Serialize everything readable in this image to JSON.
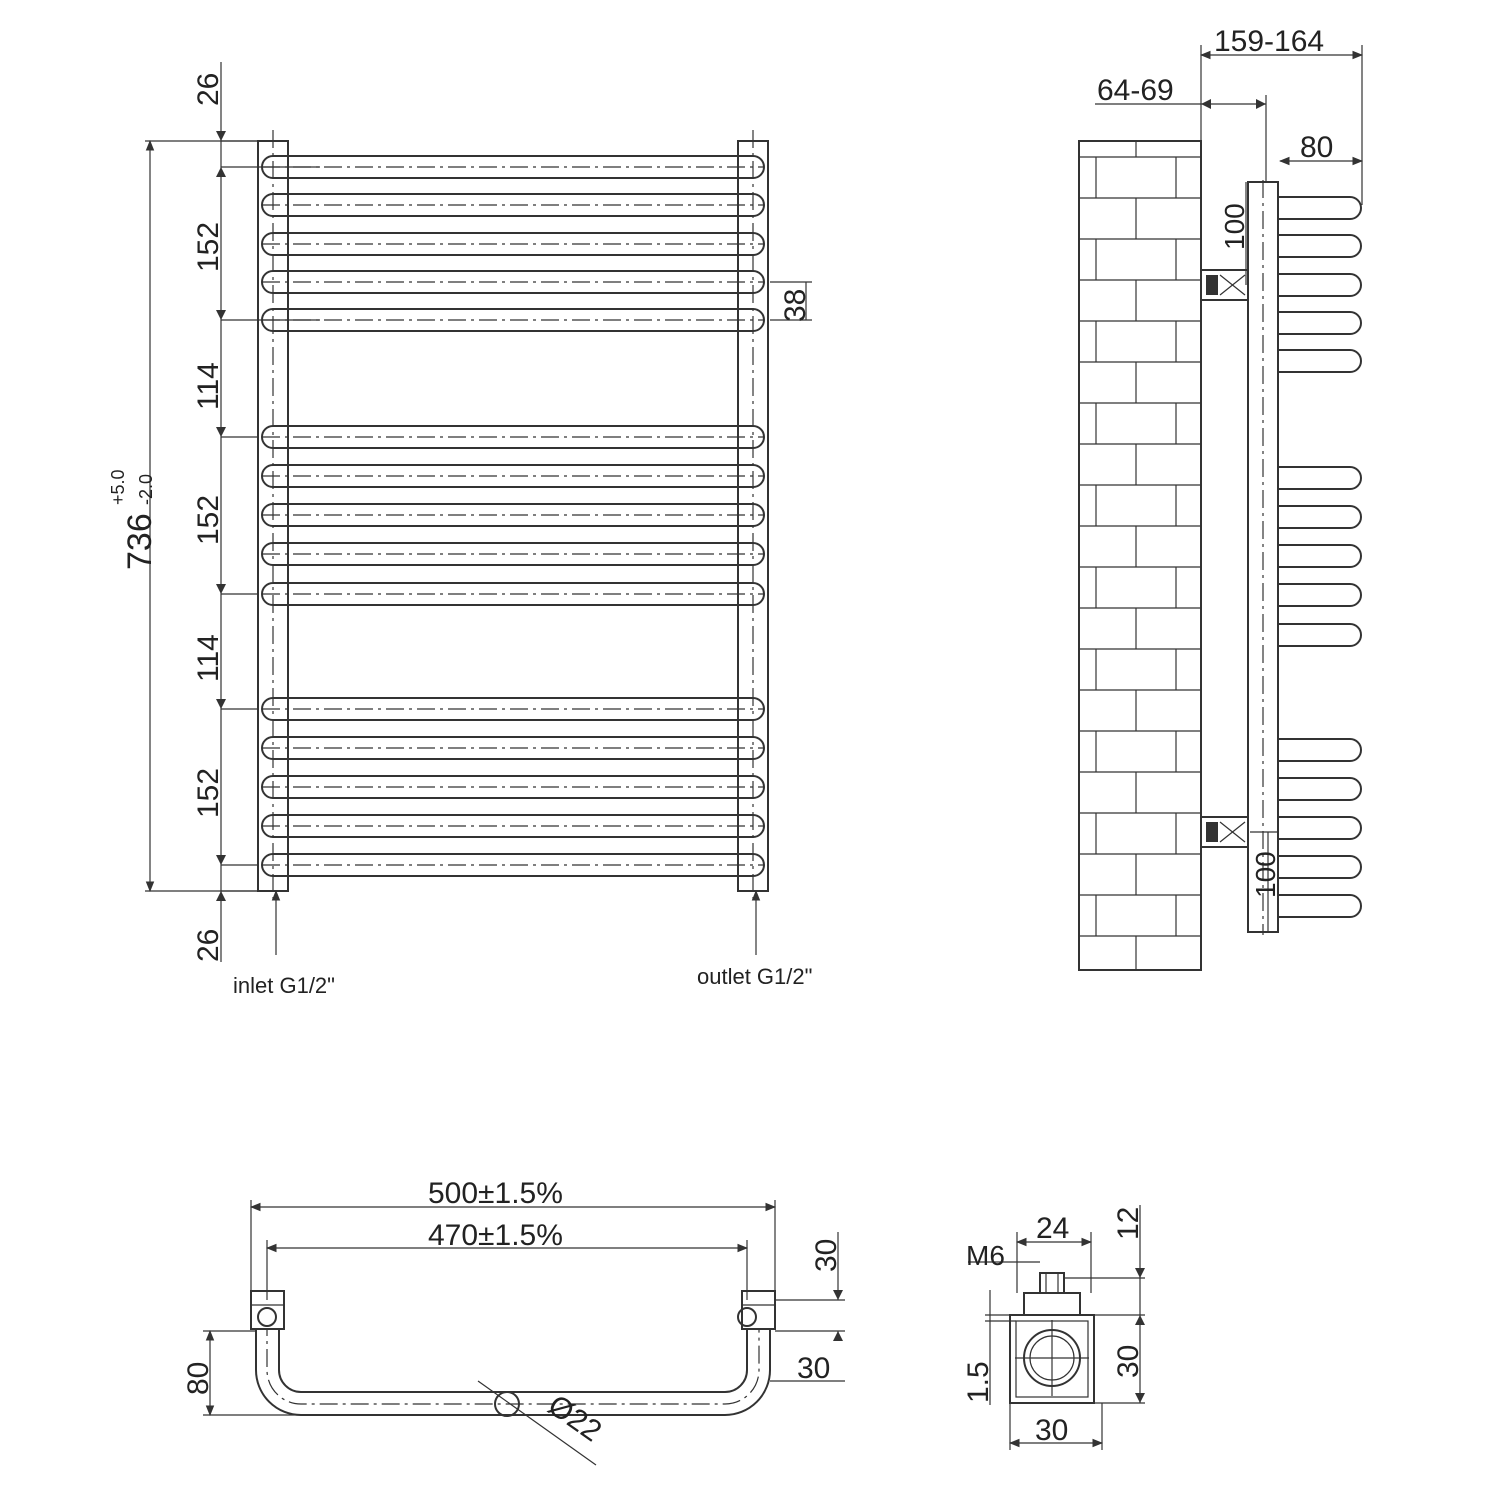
{
  "front_view": {
    "height_nominal": "736",
    "height_tol_upper": "+5.0",
    "height_tol_lower": "-2.0",
    "top_offset": "26",
    "bottom_offset": "26",
    "group_spacing": [
      "152",
      "114",
      "152",
      "114",
      "152"
    ],
    "tube_pitch": "38",
    "inlet_label": "inlet G1/2\"",
    "outlet_label": "outlet G1/2\""
  },
  "side_view": {
    "depth_total": "159-164",
    "wall_to_collector": "64-69",
    "bar_projection": "80",
    "bracket_top": "100",
    "bracket_bottom": "100"
  },
  "top_view": {
    "width_overall": "500±1.5%",
    "width_centers": "470±1.5%",
    "depth": "80",
    "collector_offset_1": "30",
    "collector_offset_2": "30",
    "tube_diameter": "Ø22"
  },
  "detail_view": {
    "thread": "M6",
    "width_top": "24",
    "height_top": "12",
    "wall_thickness": "1.5",
    "profile_height": "30",
    "profile_width": "30"
  }
}
